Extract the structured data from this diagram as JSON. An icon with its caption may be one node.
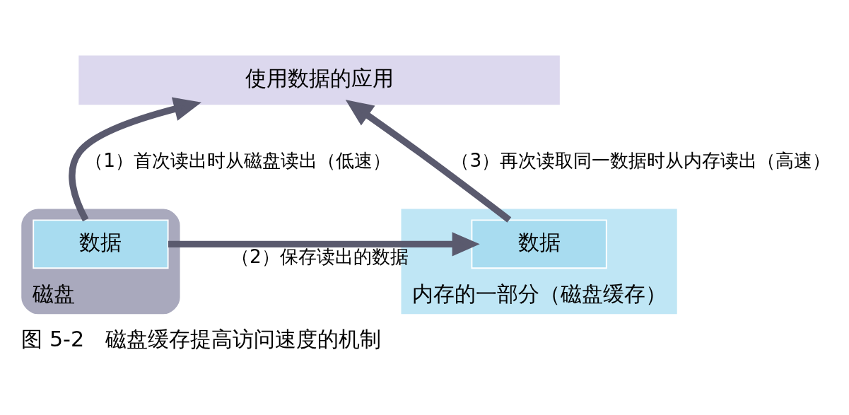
{
  "diagram": {
    "caption": "图 5-2　磁盘缓存提高访问速度的机制",
    "nodes": [
      {
        "text": [
          "使用数据的应用"
        ]
      },
      {
        "text": [
          "磁盘"
        ]
      },
      {
        "text": [
          "数据"
        ],
        "in": 1
      },
      {
        "text": [
          "内存的一部分（磁盘缓存）"
        ]
      },
      {
        "text": [
          "数据"
        ],
        "in": 3
      }
    ],
    "edges": [
      {
        "from": 2,
        "to": 0,
        "arrow": "to",
        "label": "（1）首次读出时从磁盘读出（低速）"
      },
      {
        "from": 2,
        "to": 4,
        "arrow": "to",
        "label": "（2）保存读出的数据"
      },
      {
        "from": 4,
        "to": 0,
        "arrow": "to",
        "label": "（3）再次读取同一数据时从内存读出（高速）"
      }
    ]
  }
}
